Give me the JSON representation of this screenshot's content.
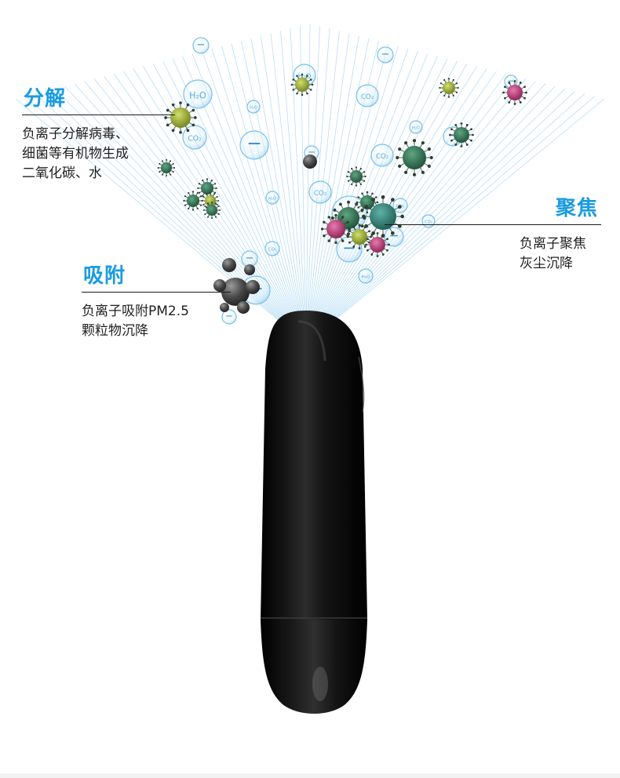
{
  "callouts": {
    "decompose": {
      "title": "分解",
      "lines": [
        "负离子分解病毒、",
        "细菌等有机物生成",
        "二氧化碳、水"
      ]
    },
    "adsorb": {
      "title": "吸附",
      "lines": [
        "负离子吸附PM2.5",
        "颗粒物沉降"
      ]
    },
    "focus": {
      "title": "聚焦",
      "lines": [
        "负离子聚焦",
        "灰尘沉降"
      ]
    }
  },
  "bubble_labels": {
    "h2o": "H₂O",
    "co2": "CO₂",
    "minus": "−"
  },
  "colors": {
    "accent": "#1a9be0",
    "device": "#0d0d0d",
    "ion_beam": "#7ec3ea",
    "virus_green": "#2e6b4a",
    "virus_lime": "#9aad32",
    "virus_pink": "#c23a7a",
    "particle": "#3a3a3a"
  }
}
